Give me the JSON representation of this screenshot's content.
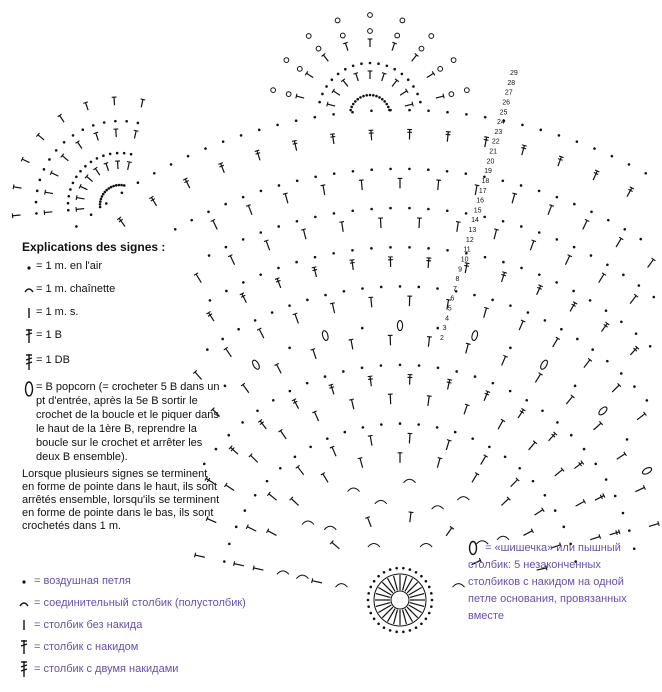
{
  "legend_fr": {
    "heading": "Explications des signes :",
    "items": [
      {
        "icon": "dot-icon",
        "label": "= 1 m. en l'air"
      },
      {
        "icon": "arc-icon",
        "label": "= 1 m. chaînette"
      },
      {
        "icon": "single-bar-icon",
        "label": "= 1 m. s."
      },
      {
        "icon": "cross-bar-icon",
        "label": "= 1 B"
      },
      {
        "icon": "double-cross-bar-icon",
        "label": "= 1 DB"
      }
    ],
    "popcorn": "= B popcorn (= crocheter 5 B dans un pt d'entrée, après la 5e B sortir le crochet de la boucle et le piquer dans le haut de la 1ère B, reprendre la boucle sur le crochet et arrêter les deux B ensemble).",
    "note": "Lorsque plusieurs signes se terminent en forme de pointe dans le haut, ils sont arrêtés ensemble, lorsqu'ils se terminent en forme de pointe dans le bas, ils sont crochetés dans 1 m."
  },
  "legend_ru": {
    "items": [
      {
        "icon": "dot-icon",
        "label": "= воздушная петля"
      },
      {
        "icon": "arc-icon",
        "label": "= соединительный столбик (полустолбик)"
      },
      {
        "icon": "single-bar-icon",
        "label": "= столбик без накида"
      },
      {
        "icon": "cross-bar-icon",
        "label": "= столбик с накидом"
      },
      {
        "icon": "double-cross-bar-icon",
        "label": "= столбик с двумя накидами"
      }
    ],
    "popcorn": "= «шишечка» или пышный столбик: 5 незаконченных столбиков с накидом на одной петле основания, провязанных вместе"
  },
  "row_numbers": [
    "2",
    "3",
    "4",
    "5",
    "6",
    "7",
    "8",
    "9",
    "10",
    "11",
    "12",
    "13",
    "14",
    "15",
    "16",
    "17",
    "18",
    "19",
    "20",
    "21",
    "22",
    "23",
    "24",
    "25",
    "26",
    "27",
    "28",
    "29"
  ],
  "colors": {
    "ink": "#111111",
    "russian_text": "#6a4fa8"
  }
}
